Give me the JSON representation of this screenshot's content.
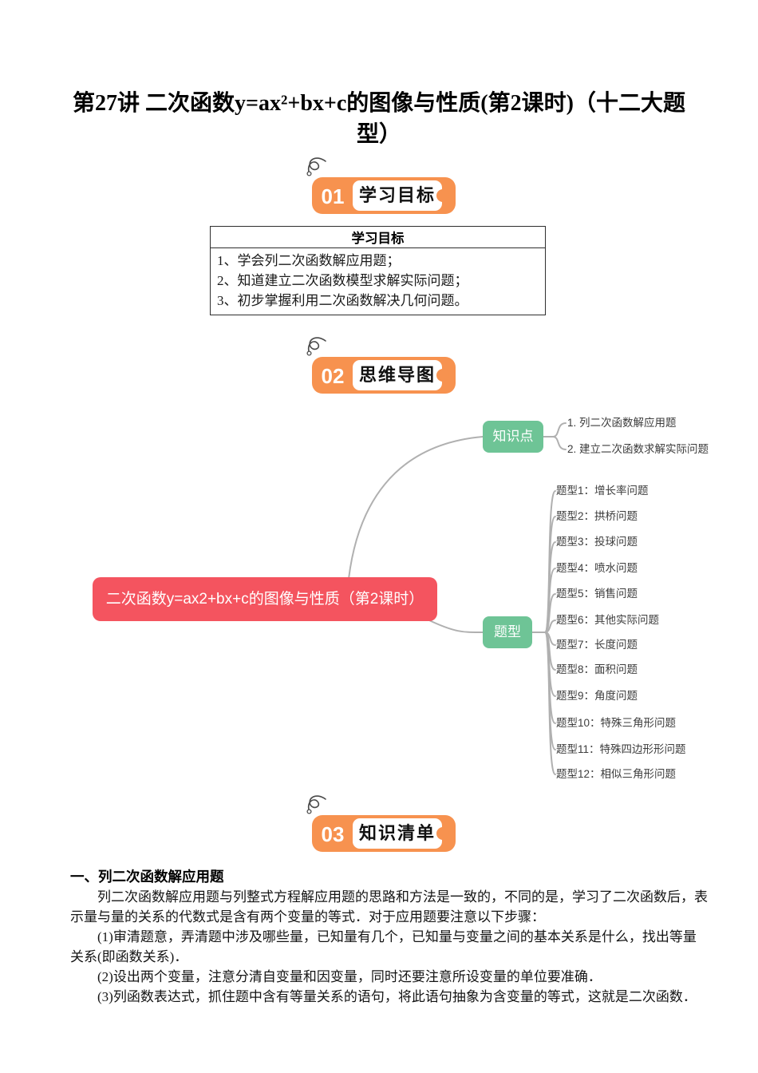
{
  "title": {
    "line1": "第27讲 二次函数y=ax²+bx+c的图像与性质(第2课时)（十二大题",
    "line2": "型）"
  },
  "sections": {
    "s1": {
      "number": "01",
      "label": "学习目标"
    },
    "s2": {
      "number": "02",
      "label": "思维导图"
    },
    "s3": {
      "number": "03",
      "label": "知识清单"
    }
  },
  "objectives_table": {
    "header": "学习目标",
    "items": [
      "1、学会列二次函数解应用题；",
      "2、知道建立二次函数模型求解实际问题；",
      "3、初步掌握利用二次函数解决几何问题。"
    ]
  },
  "mindmap": {
    "center": "二次函数y=ax2+bx+c的图像与性质（第2课时）",
    "knowledge_node": "知识点",
    "knowledge_items": [
      "1. 列二次函数解应用题",
      "2. 建立二次函数求解实际问题"
    ],
    "type_node": "题型",
    "type_items": [
      "题型1：增长率问题",
      "题型2：拱桥问题",
      "题型3：投球问题",
      "题型4：喷水问题",
      "题型5：销售问题",
      "题型6：其他实际问题",
      "题型7：长度问题",
      "题型8：面积问题",
      "题型9：角度问题",
      "题型10：特殊三角形问题",
      "题型11：特殊四边形形问题",
      "题型12：相似三角形问题"
    ]
  },
  "knowledge_list": {
    "heading": "一、列二次函数解应用题",
    "paragraphs": [
      "列二次函数解应用题与列整式方程解应用题的思路和方法是一致的，不同的是，学习了二次函数后，表示量与量的关系的代数式是含有两个变量的等式．对于应用题要注意以下步骤：",
      "(1)审清题意，弄清题中涉及哪些量，已知量有几个，已知量与变量之间的基本关系是什么，找出等量关系(即函数关系)．",
      "(2)设出两个变量，注意分清自变量和因变量，同时还要注意所设变量的单位要准确．",
      "(3)列函数表达式，抓住题中含有等量关系的语句，将此语句抽象为含变量的等式，这就是二次函数．"
    ]
  },
  "colors": {
    "badge_orange": "#F7924F",
    "center_node_red": "#F4545F",
    "branch_node_green": "#6EC496",
    "connector_gray": "#B0B0B0"
  }
}
